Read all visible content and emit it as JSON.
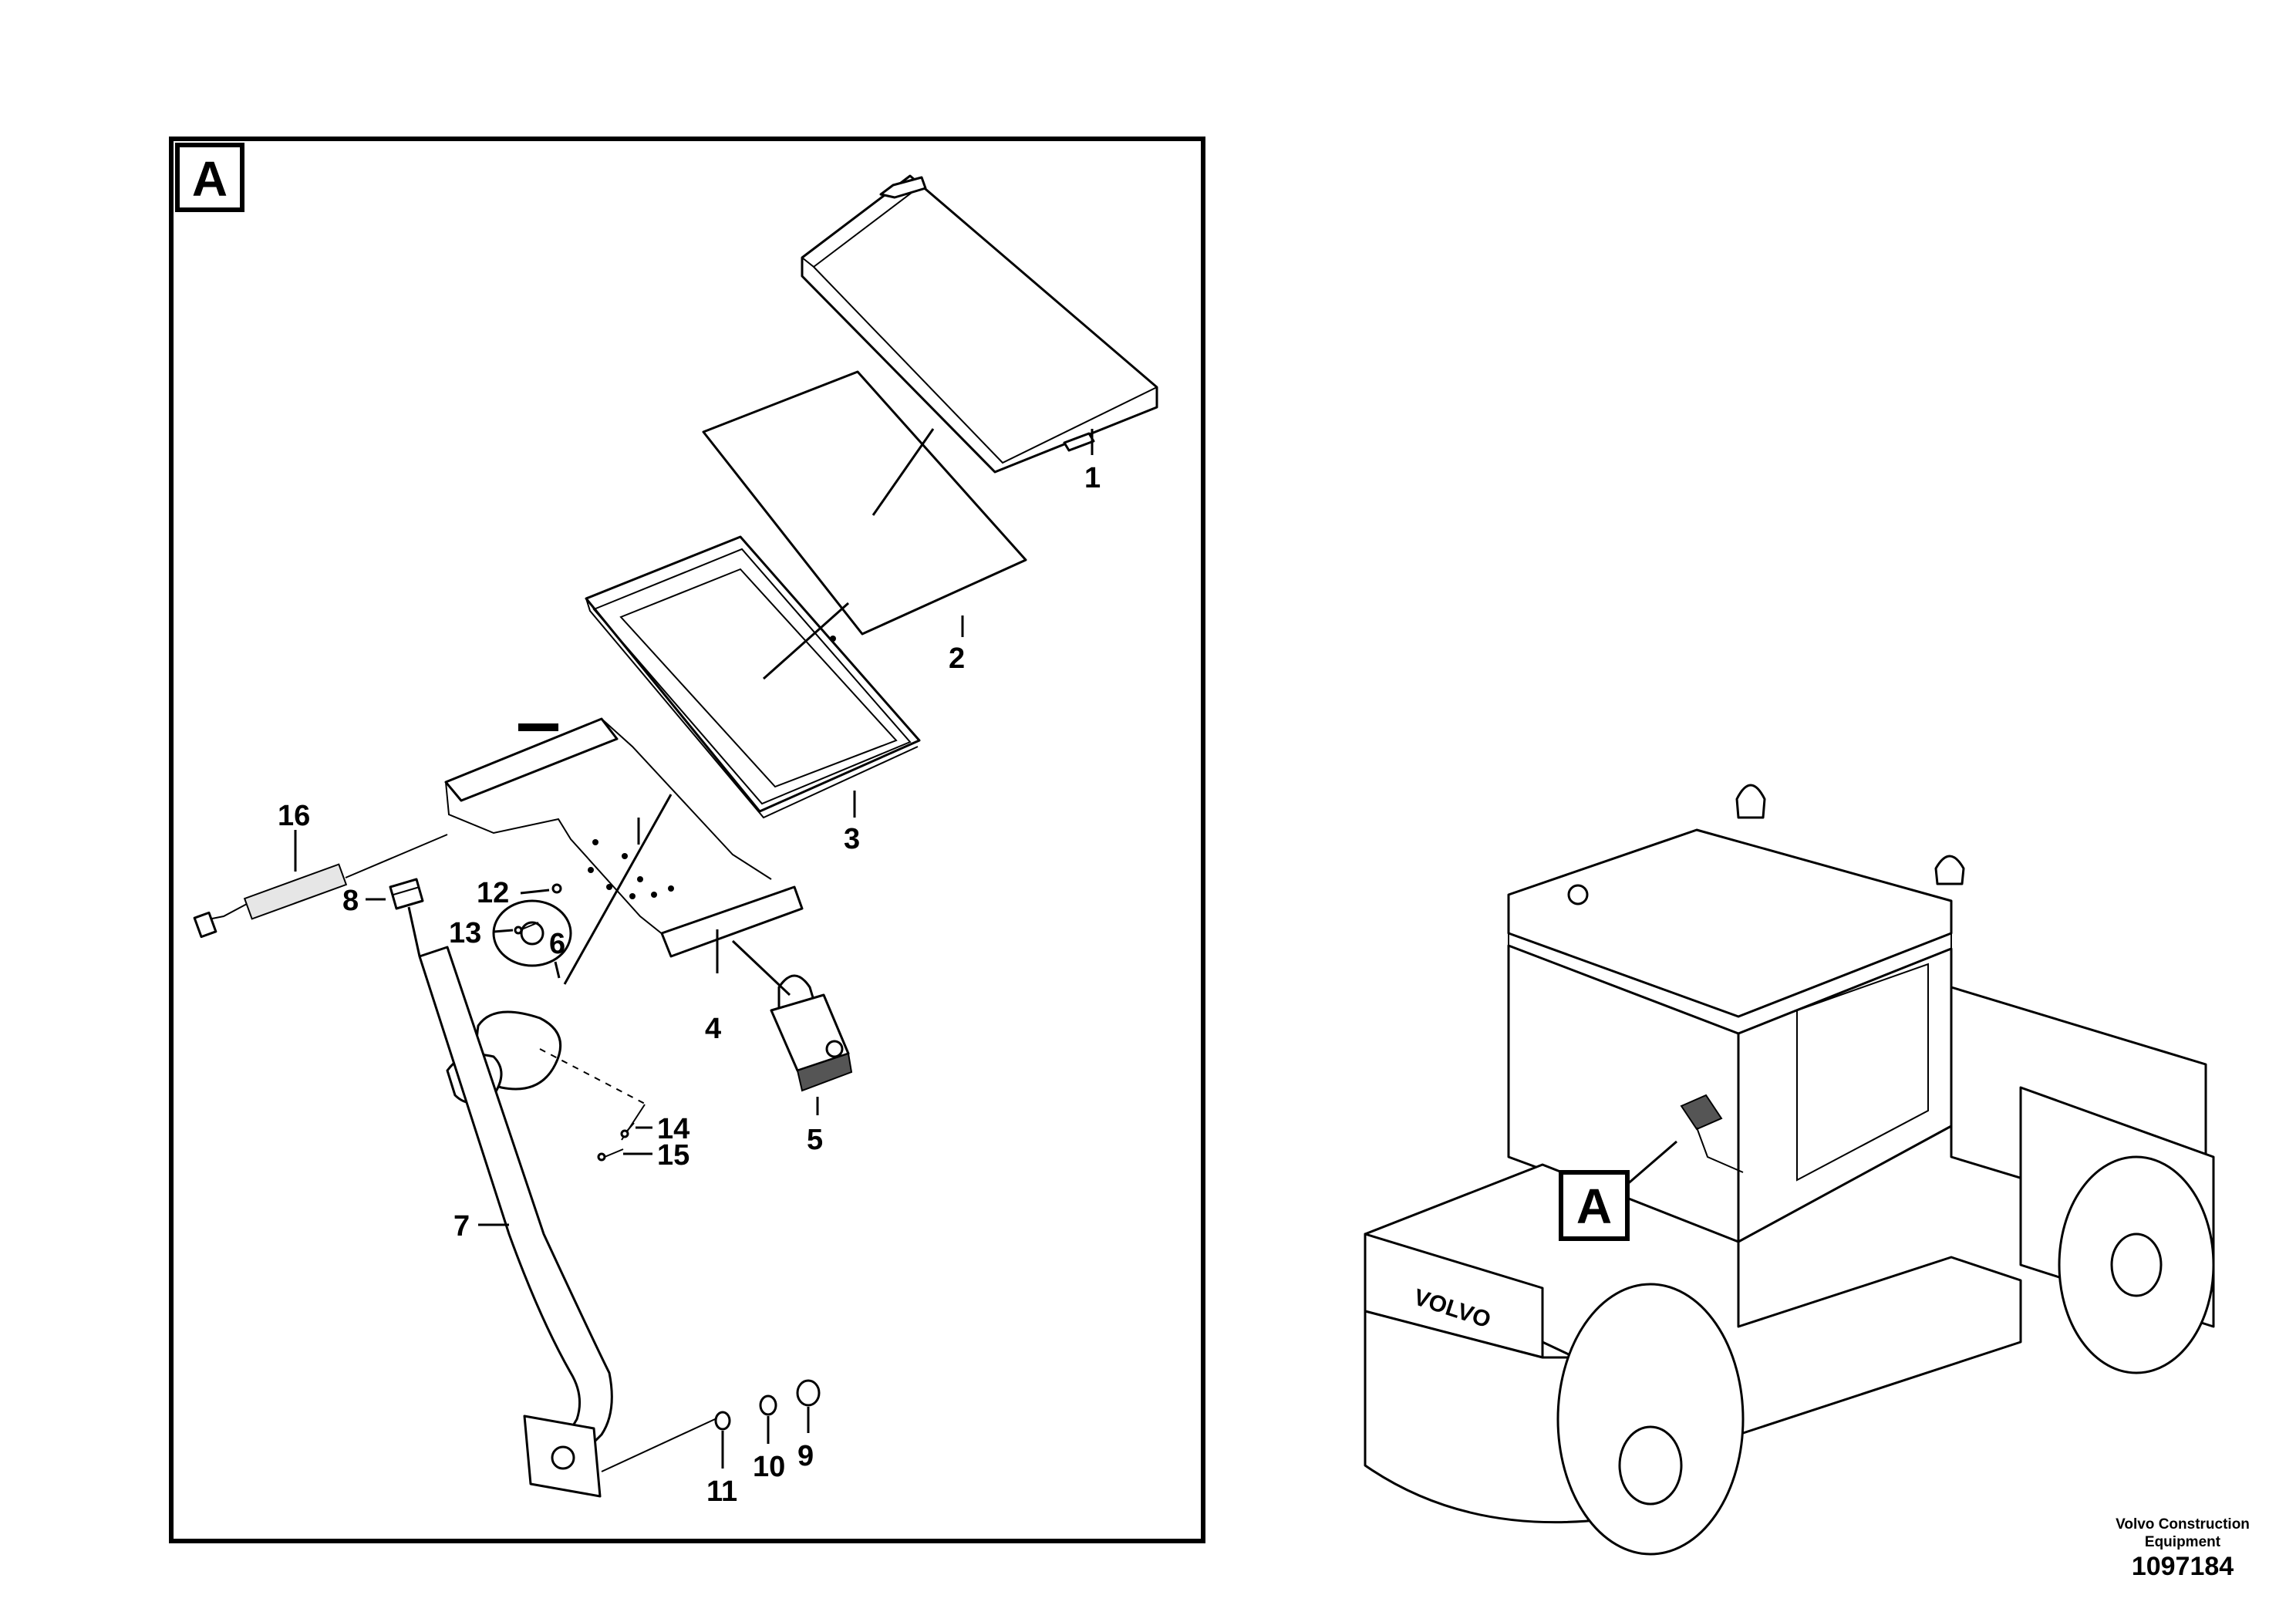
{
  "detail_frame": {
    "label": "A"
  },
  "callouts": [
    {
      "id": "1",
      "label": "1"
    },
    {
      "id": "2",
      "label": "2"
    },
    {
      "id": "3",
      "label": "3"
    },
    {
      "id": "4",
      "label": "4"
    },
    {
      "id": "5",
      "label": "5"
    },
    {
      "id": "6",
      "label": "6"
    },
    {
      "id": "7",
      "label": "7"
    },
    {
      "id": "8",
      "label": "8"
    },
    {
      "id": "9",
      "label": "9"
    },
    {
      "id": "10",
      "label": "10"
    },
    {
      "id": "11",
      "label": "11"
    },
    {
      "id": "12",
      "label": "12"
    },
    {
      "id": "13",
      "label": "13"
    },
    {
      "id": "14",
      "label": "14"
    },
    {
      "id": "15",
      "label": "15"
    },
    {
      "id": "16",
      "label": "16"
    }
  ],
  "machine_view": {
    "location_label": "A",
    "brand_marking": "VOLVO"
  },
  "footer": {
    "credit_line_1": "Volvo Construction",
    "credit_line_2": "Equipment",
    "document_number": "1097184"
  }
}
